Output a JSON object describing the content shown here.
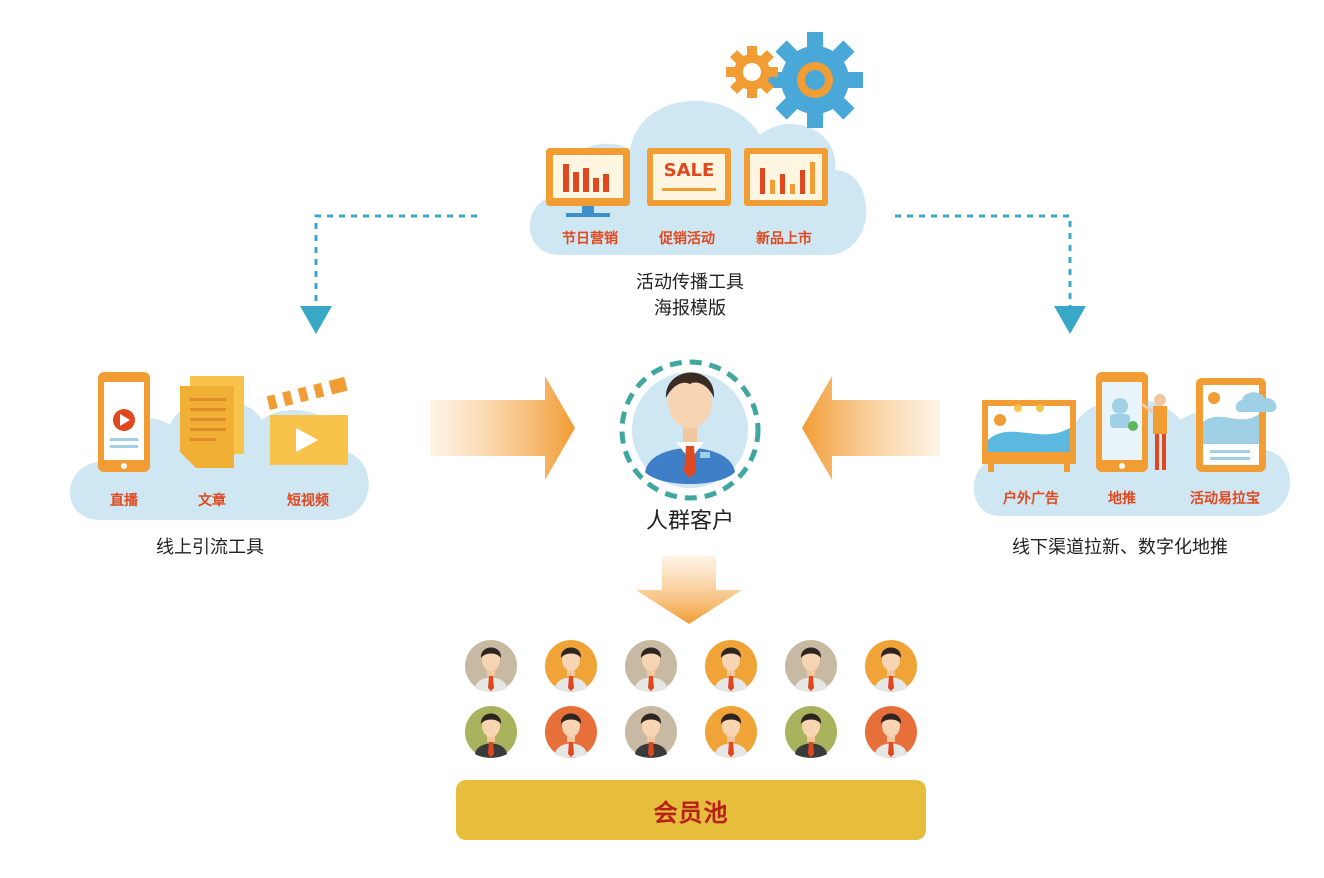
{
  "top_cloud": {
    "items": [
      "节日营销",
      "促销活动",
      "新品上市"
    ],
    "poster_text": "SALE",
    "caption_line1": "活动传播工具",
    "caption_line2": "海报模版"
  },
  "left_cloud": {
    "items": [
      "直播",
      "文章",
      "短视频"
    ],
    "caption": "线上引流工具"
  },
  "right_cloud": {
    "items": [
      "户外广告",
      "地推",
      "活动易拉宝"
    ],
    "caption": "线下渠道拉新、数字化地推"
  },
  "center": {
    "label": "人群客户"
  },
  "pool": {
    "label": "会员池",
    "members_per_row": 6,
    "rows": 2,
    "avatar_colors": [
      [
        "#c8b9a3",
        "#f0a336",
        "#c8b9a3",
        "#f0a336",
        "#c8b9a3",
        "#f0a336"
      ],
      [
        "#a9b35d",
        "#e7703a",
        "#c8b9a3",
        "#f0a336",
        "#a9b35d",
        "#e7703a"
      ]
    ]
  },
  "colors": {
    "cloud": "#cfe7f2",
    "accent_orange": "#f29c34",
    "label_red": "#e0481f",
    "arrow_teal": "#39a8c6",
    "pool_yellow": "#e6be3c",
    "pool_text": "#b8201a"
  }
}
